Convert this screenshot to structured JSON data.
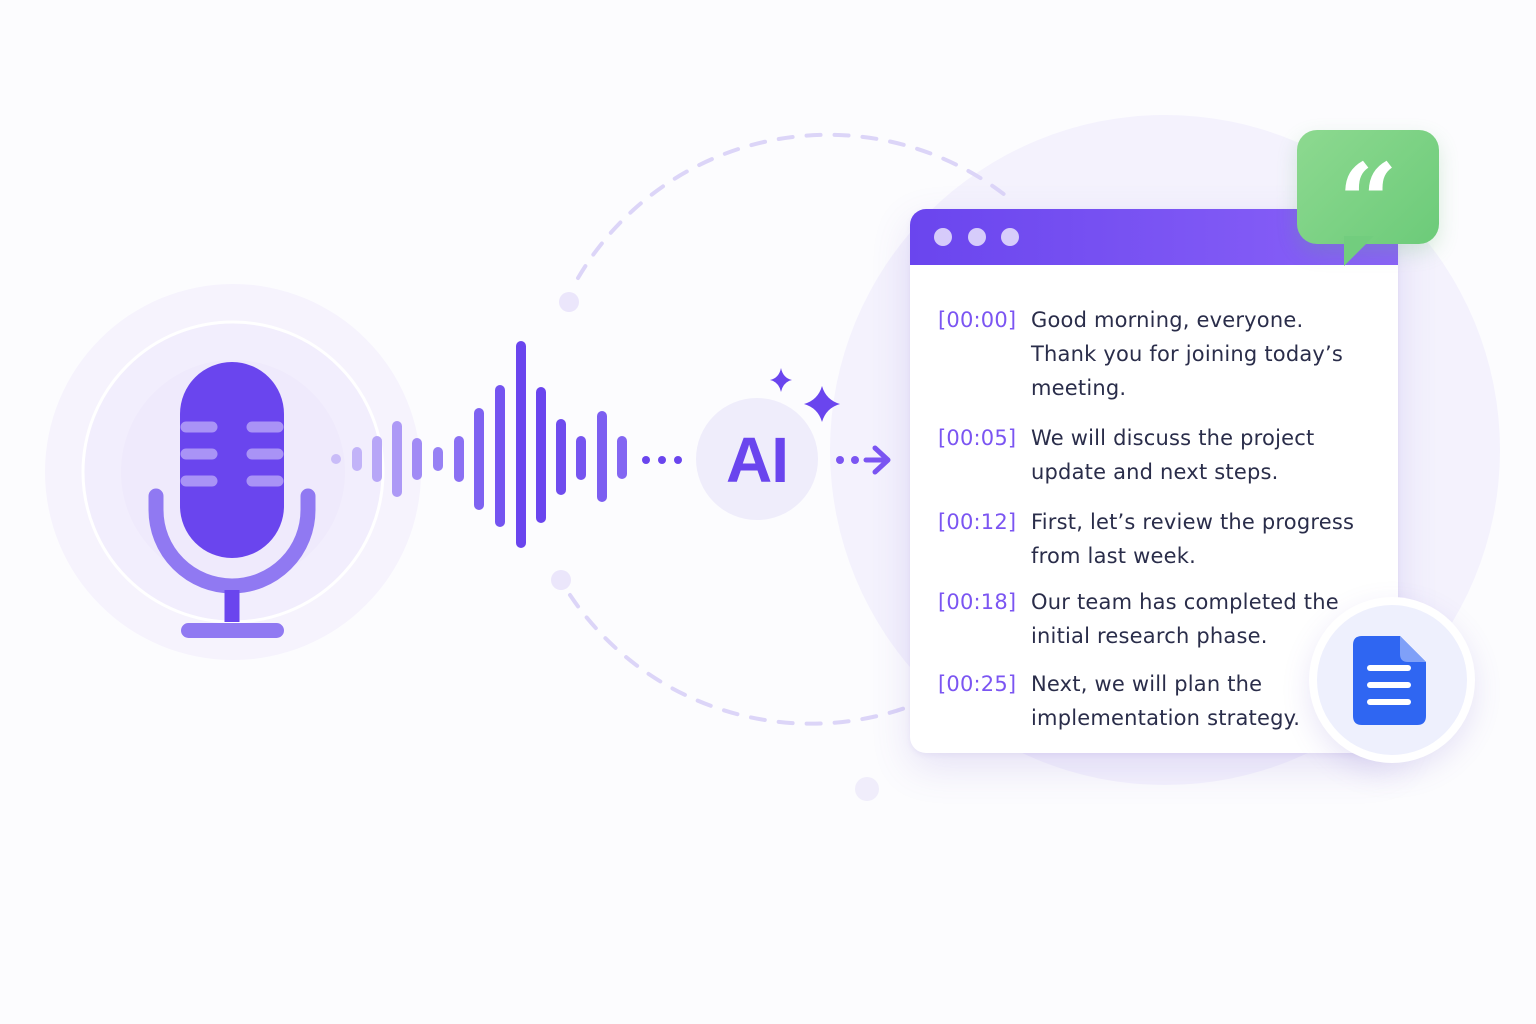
{
  "ai_badge": {
    "label": "AI"
  },
  "colors": {
    "primary": "#6a45ee",
    "primary_light": "#8a62f8",
    "accent_green": "#6ccb79",
    "doc_blue": "#2f66f2",
    "text_dark": "#2a2d4a"
  },
  "icons": {
    "microphone": "microphone-icon",
    "waveform": "sound-wave-icon",
    "sparkles": "sparkle-icon",
    "arrow": "arrow-right-icon",
    "quote": "quote-icon",
    "document": "document-icon"
  },
  "quote_bubble": {
    "glyph": "“"
  },
  "transcript": {
    "entries": [
      {
        "time": "[00:00]",
        "text": "Good morning, everyone. Thank you for joining today’s meeting."
      },
      {
        "time": "[00:05]",
        "text": "We will discuss the project update and next steps."
      },
      {
        "time": "[00:12]",
        "text": "First, let’s review the progress from last week."
      },
      {
        "time": "[00:18]",
        "text": "Our team has completed the initial research phase."
      },
      {
        "time": "[00:25]",
        "text": "Next, we will plan the implementation strategy."
      }
    ]
  }
}
